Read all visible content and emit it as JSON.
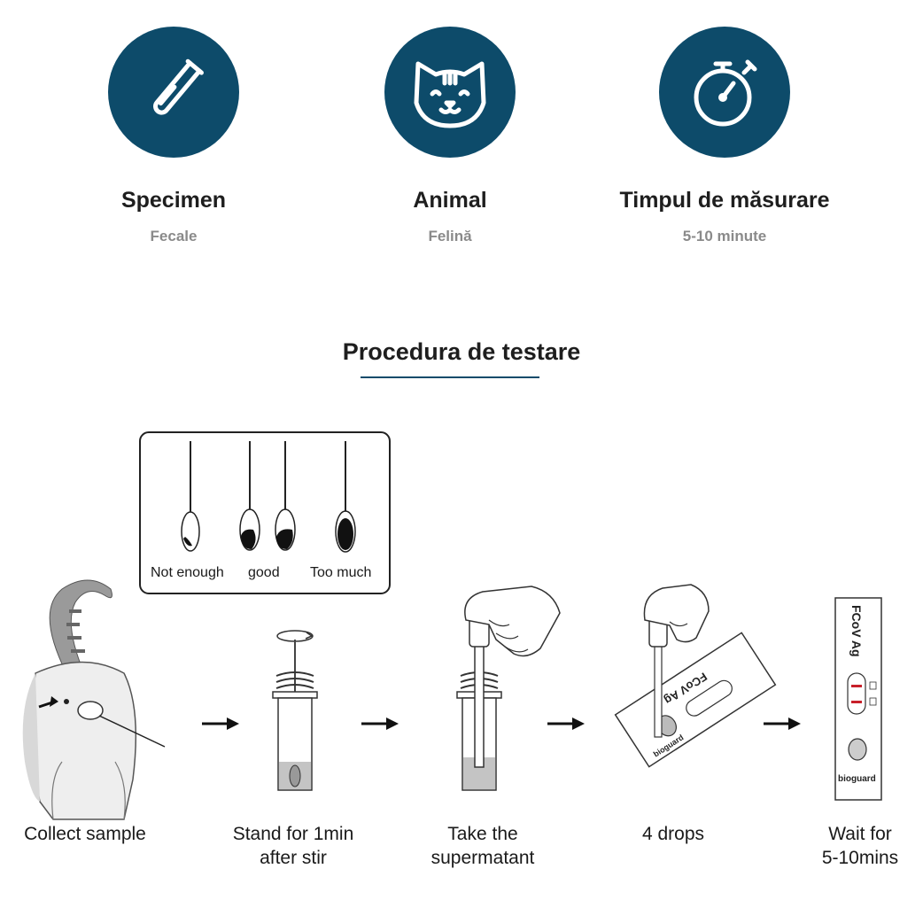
{
  "features": [
    {
      "title": "Specimen",
      "value": "Fecale",
      "icon": "test-tube-icon"
    },
    {
      "title": "Animal",
      "value": "Felină",
      "icon": "cat-face-icon"
    },
    {
      "title": "Timpul de măsurare",
      "value": "5-10 minute",
      "icon": "stopwatch-icon"
    }
  ],
  "procedure": {
    "title": "Procedura de testare",
    "swab_labels": [
      "Not enough",
      "good",
      "Too much"
    ],
    "steps": [
      {
        "line1": "Collect sample",
        "line2": ""
      },
      {
        "line1": "Stand for 1min",
        "line2": "after stir"
      },
      {
        "line1": "Take the",
        "line2": "supermatant"
      },
      {
        "line1": "4 drops",
        "line2": ""
      },
      {
        "line1": "Wait for",
        "line2": "5-10mins"
      }
    ],
    "device_label": "FCoV Ag",
    "brand": "bioguard"
  },
  "colors": {
    "accent": "#0d4b6a",
    "muted": "#8a8a8a"
  }
}
